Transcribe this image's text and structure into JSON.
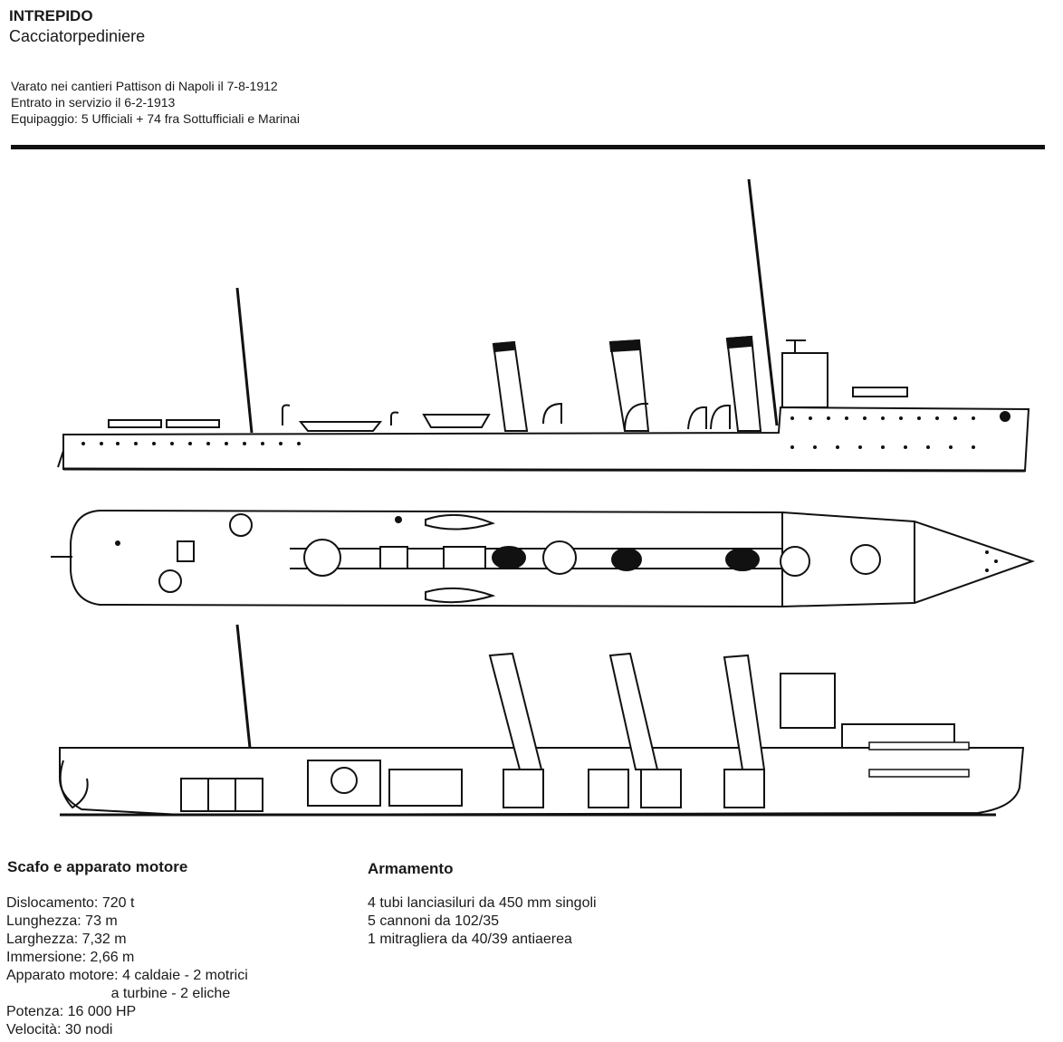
{
  "header": {
    "ship_name": "INTREPIDO",
    "ship_type": "Cacciatorpediniere",
    "lines": [
      "Varato nei cantieri Pattison di Napoli il 7-8-1912",
      "Entrato in servizio il 6-2-1913",
      "Equipaggio: 5 Ufficiali  +  74 fra Sottufficiali e Marinai"
    ]
  },
  "specs": {
    "hull_title": "Scafo e apparato motore",
    "hull_lines": [
      "Dislocamento: 720 t",
      "Lunghezza: 73 m",
      "Larghezza: 7,32 m",
      "Immersione: 2,66 m",
      "Apparato motore: 4 caldaie - 2 motrici",
      "                          a turbine - 2 eliche",
      "Potenza: 16 000 HP",
      "Velocità: 30 nodi"
    ],
    "arm_title": "Armamento",
    "arm_lines": [
      "4 tubi lanciasiluri da 450 mm singoli",
      "5 cannoni da 102/35",
      "1 mitragliera da 40/39 antiaerea"
    ]
  }
}
